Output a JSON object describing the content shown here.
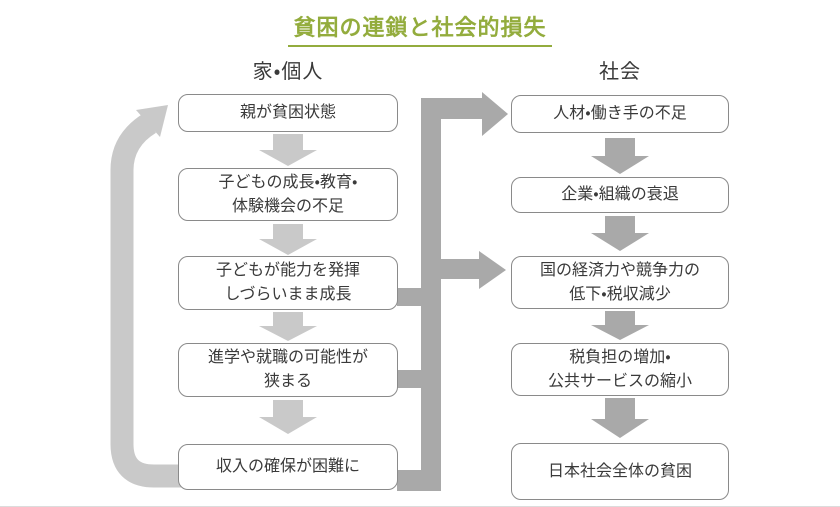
{
  "title": {
    "text": "貧困の連鎖と社会的損失"
  },
  "columns": [
    {
      "header": "家・個人",
      "boxes": [
        {
          "label": "親が貧困状態"
        },
        {
          "label": "子どもの成長・教育・\n体験機会の不足"
        },
        {
          "label": "子どもが能力を発揮\nしづらいまま成長"
        },
        {
          "label": "進学や就職の可能性が\n狭まる"
        },
        {
          "label": "収入の確保が困難に"
        }
      ]
    },
    {
      "header": "社会",
      "boxes": [
        {
          "label": "人材・働き手の不足"
        },
        {
          "label": "企業・組織の衰退"
        },
        {
          "label": "国の経済力や競争力の\n低下・税収減少"
        },
        {
          "label": "税負担の増加・\n公共サービスの縮小"
        },
        {
          "label": "日本社会全体の貧困"
        }
      ]
    }
  ],
  "edges": [
    {
      "from": "親が貧困状態",
      "to": "子どもの成長・教育・体験機会の不足",
      "type": "down-arrow"
    },
    {
      "from": "子どもの成長・教育・体験機会の不足",
      "to": "子どもが能力を発揮しづらいまま成長",
      "type": "down-arrow"
    },
    {
      "from": "子どもが能力を発揮しづらいまま成長",
      "to": "進学や就職の可能性が狭まる",
      "type": "down-arrow"
    },
    {
      "from": "進学や就職の可能性が狭まる",
      "to": "収入の確保が困難に",
      "type": "down-arrow"
    },
    {
      "from": "収入の確保が困難に",
      "to": "親が貧困状態",
      "type": "feedback-loop"
    },
    {
      "from": "子どもが能力を発揮しづらいまま成長",
      "to": "merge-trunk",
      "type": "stub"
    },
    {
      "from": "進学や就職の可能性が狭まる",
      "to": "merge-trunk",
      "type": "stub"
    },
    {
      "from": "収入の確保が困難に",
      "to": "merge-trunk",
      "type": "stub"
    },
    {
      "from": "merge-trunk",
      "to": "人材・働き手の不足",
      "type": "elbow-arrow"
    },
    {
      "from": "merge-trunk",
      "to": "国の経済力や競争力の低下・税収減少",
      "type": "elbow-arrow"
    },
    {
      "from": "人材・働き手の不足",
      "to": "企業・組織の衰退",
      "type": "down-arrow"
    },
    {
      "from": "企業・組織の衰退",
      "to": "国の経済力や競争力の低下・税収減少",
      "type": "down-arrow"
    },
    {
      "from": "国の経済力や競争力の低下・税収減少",
      "to": "税負担の増加・公共サービスの縮小",
      "type": "down-arrow"
    },
    {
      "from": "税負担の増加・公共サービスの縮小",
      "to": "日本社会全体の貧困",
      "type": "down-arrow"
    }
  ],
  "colors": {
    "title-green": "#93ac3d",
    "box-border": "#8a8a8a",
    "text-dark": "#3a3a3a",
    "arrow-light": "#c9c9c9",
    "arrow-dark": "#a9a9a9",
    "background": "#ffffff"
  }
}
